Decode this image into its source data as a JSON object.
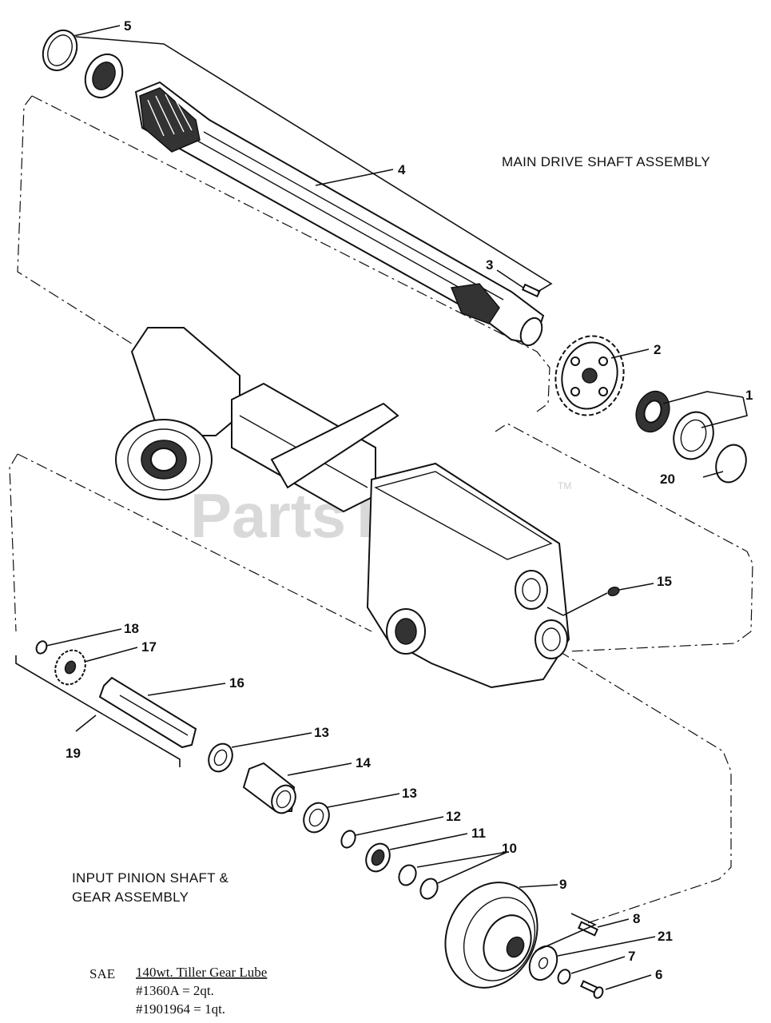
{
  "titles": {
    "main_drive": "MAIN DRIVE SHAFT ASSEMBLY",
    "input_pinion_line1": "INPUT PINION SHAFT &",
    "input_pinion_line2": "GEAR ASSEMBLY"
  },
  "lube": {
    "prefix": "SAE",
    "name": "140wt. Tiller Gear Lube",
    "line1": "#1360A = 2qt.",
    "line2": "#1901964 = 1qt."
  },
  "watermark": {
    "text": "PartsTree",
    "tm": "TM"
  },
  "callouts": {
    "c1": "1",
    "c2": "2",
    "c3": "3",
    "c4": "4",
    "c5": "5",
    "c6": "6",
    "c7": "7",
    "c8": "8",
    "c9": "9",
    "c10": "10",
    "c11": "11",
    "c12": "12",
    "c13a": "13",
    "c13b": "13",
    "c14": "14",
    "c15": "15",
    "c16": "16",
    "c17": "17",
    "c18": "18",
    "c19": "19",
    "c20": "20",
    "c21": "21"
  }
}
